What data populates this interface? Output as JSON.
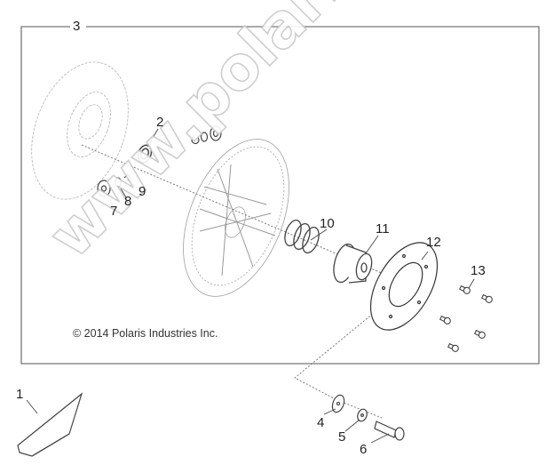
{
  "diagram": {
    "type": "exploded parts diagram",
    "copyright": "© 2014 Polaris Industries Inc.",
    "watermark": "www.polarisersatzteile.de",
    "frame_callout": "3",
    "callouts": [
      {
        "id": "1",
        "part": "drive belt"
      },
      {
        "id": "2",
        "part": "washer / seal ring"
      },
      {
        "id": "3",
        "part": "driven clutch assembly (frame)"
      },
      {
        "id": "4",
        "part": "large washer"
      },
      {
        "id": "5",
        "part": "lock washer"
      },
      {
        "id": "6",
        "part": "hex bolt"
      },
      {
        "id": "7",
        "part": "roller"
      },
      {
        "id": "8",
        "part": "washer"
      },
      {
        "id": "9",
        "part": "e-clip"
      },
      {
        "id": "10",
        "part": "spring"
      },
      {
        "id": "11",
        "part": "spring cup / bushing"
      },
      {
        "id": "12",
        "part": "cover plate"
      },
      {
        "id": "13",
        "part": "screws"
      }
    ]
  }
}
